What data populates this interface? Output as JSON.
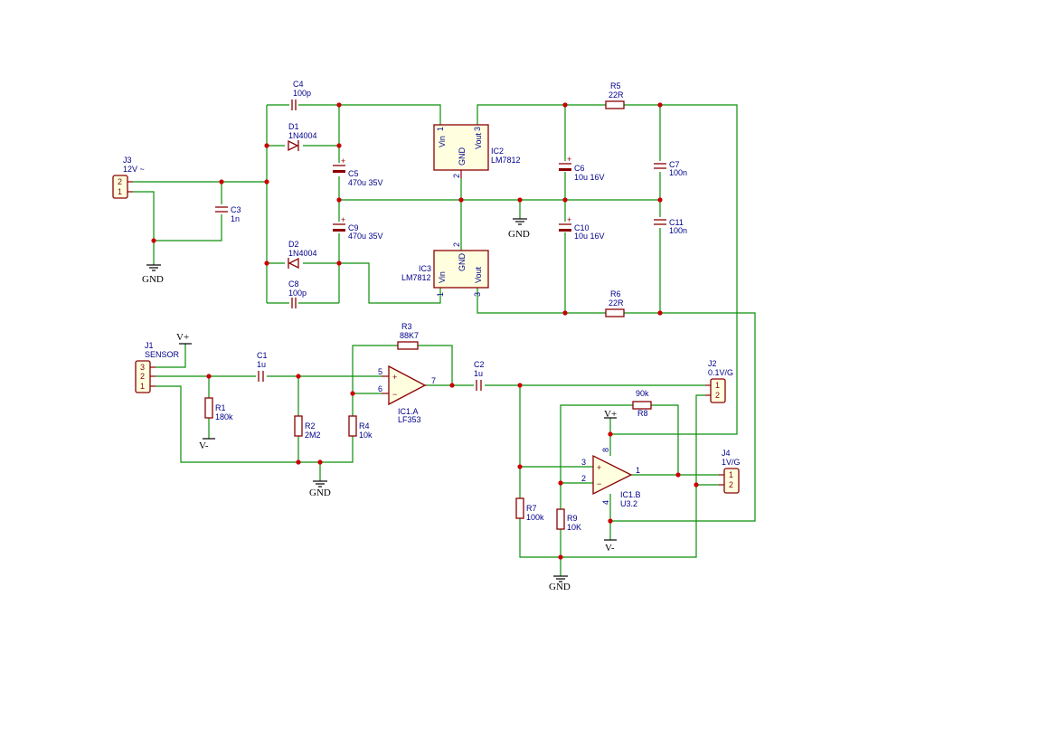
{
  "power": {
    "gnd": "GND",
    "vplus": "V+",
    "vminus": "V-"
  },
  "connectors": {
    "j3": {
      "ref": "J3",
      "value": "12V ~",
      "pins": [
        "2",
        "1"
      ]
    },
    "j1": {
      "ref": "J1",
      "value": "SENSOR",
      "pins": [
        "3",
        "2",
        "1"
      ]
    },
    "j2": {
      "ref": "J2",
      "value": "0.1V/G",
      "pins": [
        "1",
        "2"
      ]
    },
    "j4": {
      "ref": "J4",
      "value": "1V/G",
      "pins": [
        "1",
        "2"
      ]
    }
  },
  "capacitors": {
    "c4": {
      "ref": "C4",
      "value": "100p"
    },
    "c8": {
      "ref": "C8",
      "value": "100p"
    },
    "c3": {
      "ref": "C3",
      "value": "1n"
    },
    "c5": {
      "ref": "C5",
      "value": "470u 35V"
    },
    "c9": {
      "ref": "C9",
      "value": "470u 35V"
    },
    "c6": {
      "ref": "C6",
      "value": "10u 16V"
    },
    "c10": {
      "ref": "C10",
      "value": "10u 16V"
    },
    "c7": {
      "ref": "C7",
      "value": "100n"
    },
    "c11": {
      "ref": "C11",
      "value": "100n"
    },
    "c1": {
      "ref": "C1",
      "value": "1u"
    },
    "c2": {
      "ref": "C2",
      "value": "1u"
    }
  },
  "diodes": {
    "d1": {
      "ref": "D1",
      "value": "1N4004"
    },
    "d2": {
      "ref": "D2",
      "value": "1N4004"
    }
  },
  "regulators": {
    "ic2": {
      "ref": "IC2",
      "value": "LM7812",
      "vin": "Vin",
      "gnd": "GND",
      "vout": "Vout",
      "p1": "1",
      "p2": "2",
      "p3": "3"
    },
    "ic3": {
      "ref": "IC3",
      "value": "LM7812",
      "vin": "Vin",
      "gnd": "GND",
      "vout": "Vout",
      "p1": "1",
      "p2": "2",
      "p3": "3"
    }
  },
  "resistors": {
    "r5": {
      "ref": "R5",
      "value": "22R"
    },
    "r6": {
      "ref": "R6",
      "value": "22R"
    },
    "r3": {
      "ref": "R3",
      "value": "88K7"
    },
    "r1": {
      "ref": "R1",
      "value": "180k"
    },
    "r2": {
      "ref": "R2",
      "value": "2M2"
    },
    "r4": {
      "ref": "R4",
      "value": "10k"
    },
    "r8": {
      "ref": "R8",
      "value": "90k"
    },
    "r7": {
      "ref": "R7",
      "value": "100k"
    },
    "r9": {
      "ref": "R9",
      "value": "10K"
    }
  },
  "opamps": {
    "ic1a": {
      "ref": "IC1.A",
      "value": "LF353",
      "pin_plus": "5",
      "pin_minus": "6",
      "pin_out": "7"
    },
    "ic1b": {
      "ref": "IC1.B",
      "value": "U3.2",
      "pin_plus": "3",
      "pin_minus": "2",
      "pin_out": "1",
      "pin_vp": "8",
      "pin_vm": "4"
    }
  },
  "signs": {
    "plus": "+",
    "minus": "−"
  }
}
